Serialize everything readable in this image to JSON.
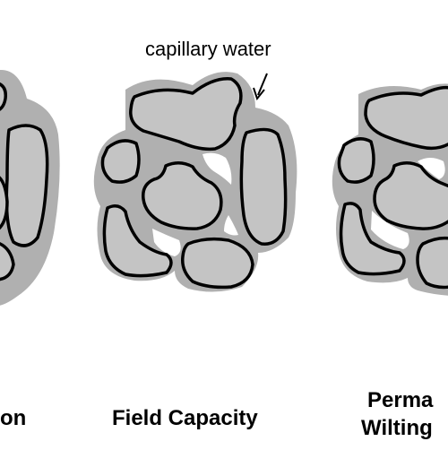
{
  "annotations": {
    "capillary_water": "capillary water"
  },
  "panels": [
    {
      "caption_line1": "on",
      "caption_line2": ""
    },
    {
      "caption_line1": "Field Capacity",
      "caption_line2": ""
    },
    {
      "caption_line1": "Perma",
      "caption_line2": "Wilting"
    }
  ],
  "colors": {
    "grain_fill": "#c4c4c4",
    "water_film": "#b0b0b0",
    "outline": "#000000",
    "background": "#ffffff"
  }
}
